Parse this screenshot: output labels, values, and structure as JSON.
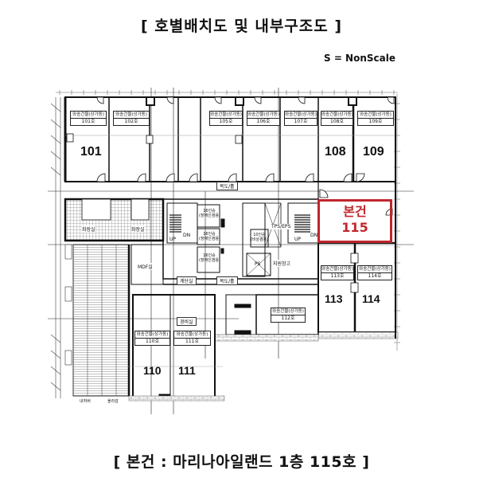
{
  "header": {
    "title": "[ 호별배치도 및 내부구조도 ]",
    "scale_note": "S = NonScale"
  },
  "highlight": {
    "label_line1": "본건",
    "label_line2": "115",
    "color": "#c0262d"
  },
  "rooms": {
    "r101": {
      "number": "101",
      "tag_top": "와송건물(상가동)",
      "tag_bottom": "101호"
    },
    "r102": {
      "number": "",
      "tag_top": "와송건물(상가동)",
      "tag_bottom": "102호"
    },
    "r105": {
      "number": "",
      "tag_top": "와송건물(상가동)",
      "tag_bottom": "105호"
    },
    "r106": {
      "number": "",
      "tag_top": "와송건물(상가동)",
      "tag_bottom": "106호"
    },
    "r107": {
      "number": "",
      "tag_top": "와송건물(상가동)",
      "tag_bottom": "107호"
    },
    "r108": {
      "number": "108",
      "tag_top": "와송건물(상가동)",
      "tag_bottom": "108호"
    },
    "r109": {
      "number": "109",
      "tag_top": "와송건물(상가동)",
      "tag_bottom": "109호"
    },
    "r110": {
      "number": "110",
      "tag_top": "와송건물(상가동)",
      "tag_bottom": "110호"
    },
    "r111": {
      "number": "111",
      "tag_top": "와송건물(상가동)",
      "tag_bottom": "111호"
    },
    "r112": {
      "number": "",
      "tag_top": "와송건물(상가동)",
      "tag_bottom": "112호"
    },
    "r113": {
      "number": "113",
      "tag_top": "와송건물(상가동)",
      "tag_bottom": "113호"
    },
    "r114": {
      "number": "114",
      "tag_top": "와송건물(상가동)",
      "tag_bottom": "114호"
    }
  },
  "facilities": {
    "corridor_top": "복도/홀",
    "corridor_mid": "복도/홀",
    "restroom_left": "화장실",
    "restroom_right": "화장실",
    "mdf": "MDF실",
    "stair_room": "계단실",
    "security_room": "경비실",
    "storage": "지원창고",
    "ps": "PS",
    "tps_eps": "TPS/EPS",
    "elevator1": "16인승",
    "elevator1_sub": "(장애인겸용)",
    "elevator2": "16인승",
    "elevator2_sub": "(장애인겸용)",
    "elevator3": "16인승",
    "elevator3_sub": "(장애인겸용)",
    "elevator4": "10인승",
    "elevator4_sub": "(비상겸용)",
    "stair_up_1": "UP",
    "stair_dn_1": "DN",
    "stair_up_2": "UP",
    "stair_dn_2": "DN",
    "ramp_label_1": "내처버",
    "ramp_label_2": "올라감"
  },
  "footer": {
    "caption": "[ 본건 : 마리나아일랜드 1층 115호 ]"
  }
}
